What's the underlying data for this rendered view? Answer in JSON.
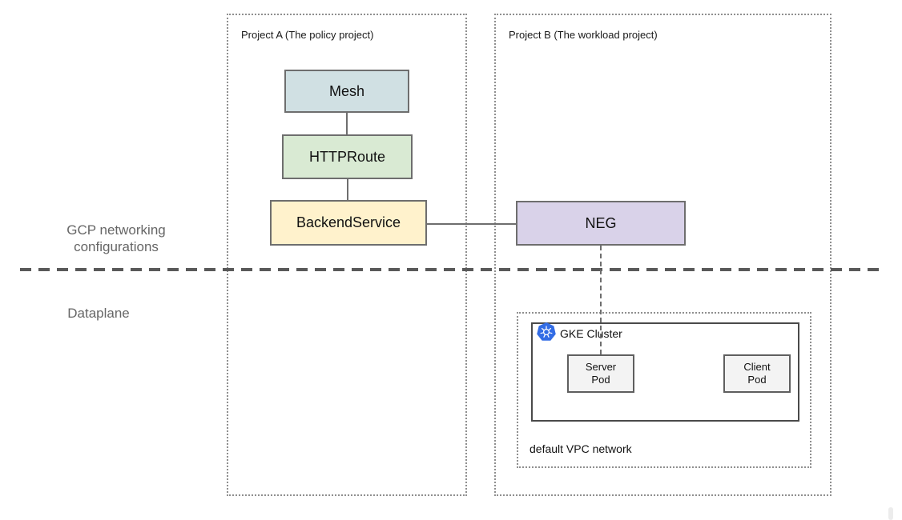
{
  "diagram": {
    "projects": [
      {
        "title": "Project A (The policy project)"
      },
      {
        "title": "Project B (The workload project)"
      }
    ],
    "nodes": {
      "mesh": {
        "label": "Mesh",
        "fill": "#d0e0e3"
      },
      "httproute": {
        "label": "HTTPRoute",
        "fill": "#d9ead3"
      },
      "backend_service": {
        "label": "BackendService",
        "fill": "#fff2cc"
      },
      "neg": {
        "label": "NEG",
        "fill": "#d9d2e9"
      },
      "server_pod": {
        "label": "Server\nPod",
        "fill": "#f3f3f3"
      },
      "client_pod": {
        "label": "Client\nPod",
        "fill": "#f3f3f3"
      }
    },
    "edges": [
      {
        "from": "Mesh",
        "to": "HTTPRoute",
        "style": "solid"
      },
      {
        "from": "HTTPRoute",
        "to": "BackendService",
        "style": "solid"
      },
      {
        "from": "BackendService",
        "to": "NEG",
        "style": "solid"
      },
      {
        "from": "NEG",
        "to": "Server Pod",
        "style": "dashed"
      }
    ],
    "sections": {
      "top_label": "GCP networking\nconfigurations",
      "bottom_label": "Dataplane"
    },
    "gke_cluster": {
      "title": "GKE Cluster",
      "icon": "kubernetes-icon",
      "icon_color": "#326ce5"
    },
    "vpc": {
      "label": "default VPC network"
    },
    "colors": {
      "mesh_fill": "#d0e0e3",
      "httproute_fill": "#d9ead3",
      "backend_service_fill": "#fff2cc",
      "neg_fill": "#d9d2e9",
      "pod_fill": "#f3f3f3",
      "kubernetes_blue": "#326ce5",
      "side_label_gray": "#666666",
      "border_gray": "#6e6e6e",
      "divider_gray": "#595959"
    }
  }
}
